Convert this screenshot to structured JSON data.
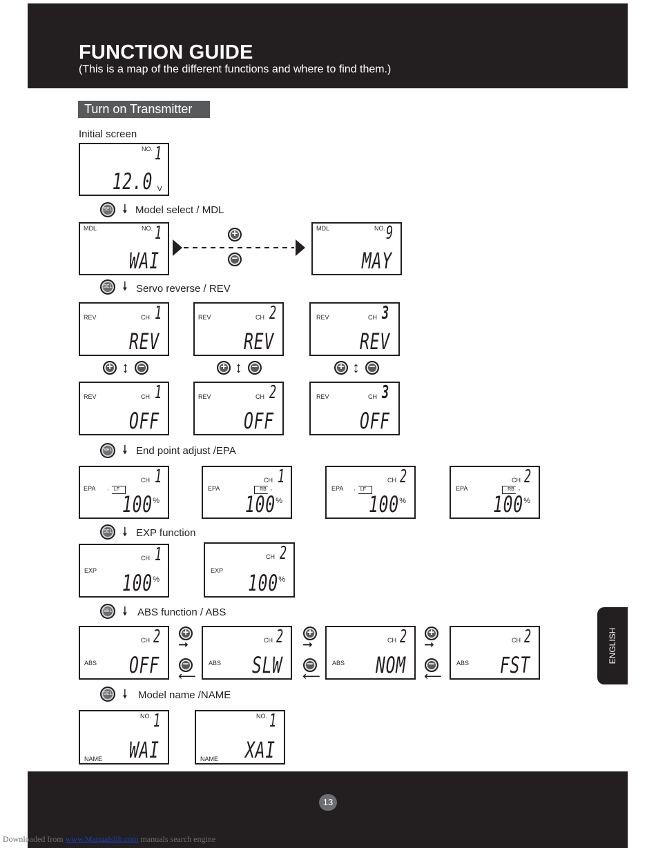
{
  "header": {
    "title": "FUNCTION GUIDE",
    "subtitle": "(This is a map of the different functions and where to find them.)"
  },
  "section": "Turn on Transmitter",
  "initial_label": "Initial screen",
  "steps": {
    "mdl": "Model select / MDL",
    "rev": "Servo reverse / REV",
    "epa": "End point adjust /EPA",
    "exp": "EXP function",
    "abs": "ABS function / ABS",
    "name": "Model name /NAME"
  },
  "button_sel": "SEL",
  "plus": "+",
  "minus": "−",
  "screens": {
    "initial": {
      "no_label": "NO.",
      "no": "1",
      "value": "12.0",
      "unit": "V"
    },
    "mdl1": {
      "left": "MDL",
      "no_label": "NO.",
      "no": "1",
      "value": "WAI"
    },
    "mdl9": {
      "left": "MDL",
      "no_label": "NO.",
      "no": "9",
      "value": "MAY"
    },
    "rev1": {
      "left": "REV",
      "ch_label": "CH",
      "ch": "1",
      "value": "REV"
    },
    "rev2": {
      "left": "REV",
      "ch_label": "CH",
      "ch": "2",
      "value": "REV"
    },
    "rev3": {
      "left": "REV",
      "ch_label": "CH",
      "ch": "3",
      "value": "REV"
    },
    "off1": {
      "left": "REV",
      "ch_label": "CH",
      "ch": "1",
      "value": "OFF"
    },
    "off2": {
      "left": "REV",
      "ch_label": "CH",
      "ch": "2",
      "value": "OFF"
    },
    "off3": {
      "left": "REV",
      "ch_label": "CH",
      "ch": "3",
      "value": "OFF"
    },
    "epa1": {
      "left": "EPA",
      "tag": "LF",
      "ch_label": "CH",
      "ch": "1",
      "value": "100",
      "unit": "%"
    },
    "epa2": {
      "left": "EPA",
      "tag": "RB",
      "ch_label": "CH",
      "ch": "1",
      "value": "100",
      "unit": "%"
    },
    "epa3": {
      "left": "EPA",
      "tag": "LF",
      "ch_label": "CH",
      "ch": "2",
      "value": "100",
      "unit": "%"
    },
    "epa4": {
      "left": "EPA",
      "tag": "RB",
      "ch_label": "CH",
      "ch": "2",
      "value": "100",
      "unit": "%"
    },
    "exp1": {
      "left": "EXP",
      "ch_label": "CH",
      "ch": "1",
      "value": "100",
      "unit": "%"
    },
    "exp2": {
      "left": "EXP",
      "ch_label": "CH",
      "ch": "2",
      "value": "100",
      "unit": "%"
    },
    "abs1": {
      "left": "ABS",
      "ch_label": "CH",
      "ch": "2",
      "value": "OFF"
    },
    "abs2": {
      "left": "ABS",
      "ch_label": "CH",
      "ch": "2",
      "value": "SLW"
    },
    "abs3": {
      "left": "ABS",
      "ch_label": "CH",
      "ch": "2",
      "value": "NOM"
    },
    "abs4": {
      "left": "ABS",
      "ch_label": "CH",
      "ch": "2",
      "value": "FST"
    },
    "name1": {
      "left": "NAME",
      "no_label": "NO.",
      "no": "1",
      "value": "WAI"
    },
    "name2": {
      "left": "NAME",
      "no_label": "NO.",
      "no": "1",
      "value": "XAI"
    }
  },
  "side_tab": "ENGLISH",
  "page_number": "13",
  "download": {
    "prefix": "Downloaded from",
    "link": "www.Manualslib.com",
    "suffix": "manuals search engine"
  }
}
